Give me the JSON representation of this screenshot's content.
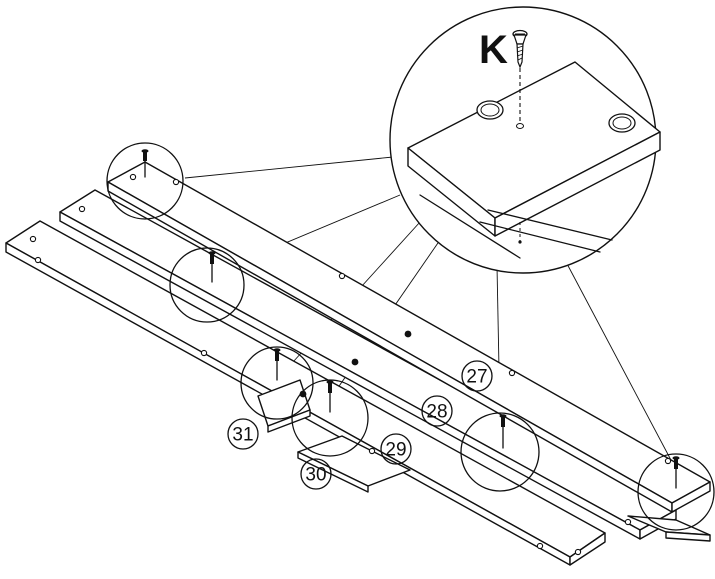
{
  "hardware_letter": "K",
  "part_labels": {
    "p27": "27",
    "p28": "28",
    "p29": "29",
    "p30": "30",
    "p31": "31"
  },
  "colors": {
    "line": "#111111",
    "background": "#ffffff"
  }
}
